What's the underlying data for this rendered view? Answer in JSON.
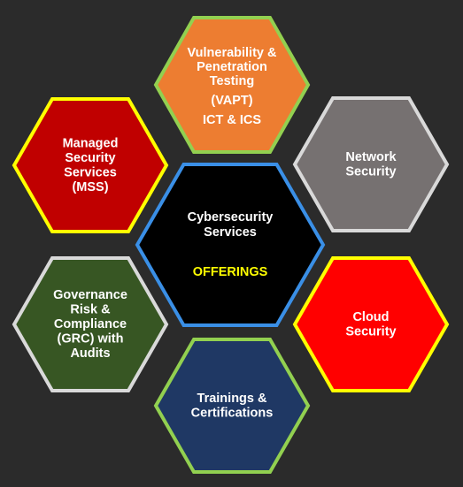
{
  "center": {
    "lines": [
      "Cybersecurity",
      "Services"
    ],
    "highlight": "OFFERINGS",
    "fill": "#000000",
    "border": "#3a8fe6",
    "text_color": "#ffffff",
    "highlight_color": "#ffff00"
  },
  "offerings": [
    {
      "id": "vapt",
      "lines": [
        "Vulnerability &",
        "Penetration",
        "Testing",
        "(VAPT)",
        "ICT & ICS"
      ],
      "fill": "#ed7d31",
      "border": "#92d050",
      "text_color": "#ffffff"
    },
    {
      "id": "mss",
      "lines": [
        "Managed",
        "Security",
        "Services",
        "(MSS)"
      ],
      "fill": "#c00000",
      "border": "#ffff00",
      "text_color": "#ffffff"
    },
    {
      "id": "network-security",
      "lines": [
        "Network",
        "Security"
      ],
      "fill": "#767171",
      "border": "#d9d9d9",
      "text_color": "#ffffff"
    },
    {
      "id": "grc",
      "lines": [
        "Governance",
        "Risk &",
        "Compliance",
        "(GRC) with",
        "Audits"
      ],
      "fill": "#375623",
      "border": "#d9d9d9",
      "text_color": "#ffffff"
    },
    {
      "id": "cloud-security",
      "lines": [
        "Cloud",
        "Security"
      ],
      "fill": "#ff0000",
      "border": "#ffff00",
      "text_color": "#ffffff"
    },
    {
      "id": "trainings",
      "lines": [
        "Trainings &",
        "Certifications"
      ],
      "fill": "#1f3864",
      "border": "#92d050",
      "text_color": "#ffffff"
    }
  ]
}
